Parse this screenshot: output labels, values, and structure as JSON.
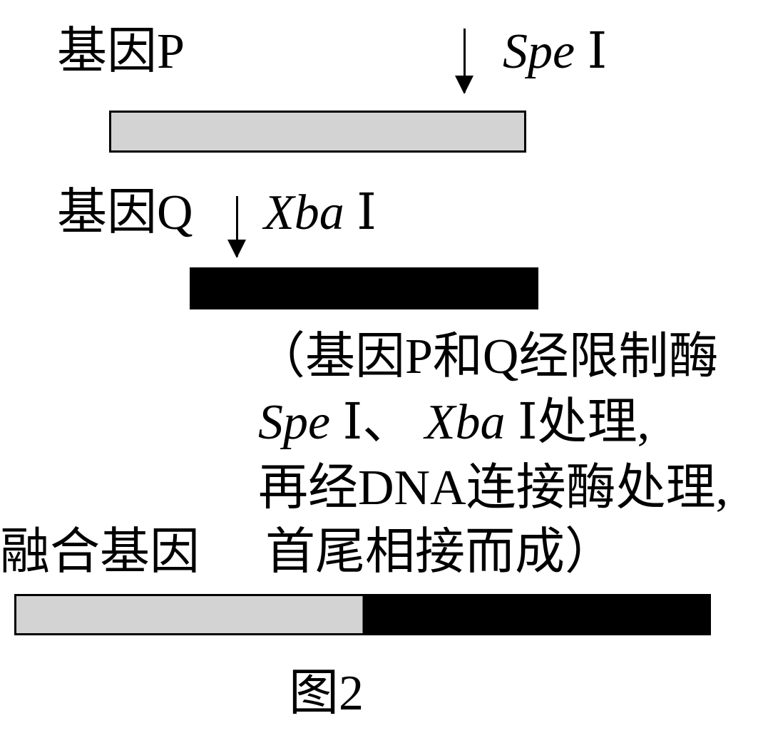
{
  "gene_p": {
    "label": "基因P",
    "enzyme_name": "Spe",
    "enzyme_numeral": "Ⅰ"
  },
  "gene_q": {
    "label": "基因Q",
    "enzyme_name": "Xba",
    "enzyme_numeral": "Ⅰ"
  },
  "note": {
    "line1": "（基因P和Q经限制酶",
    "line2_a": "Spe",
    "line2_b": "Ⅰ、",
    "line2_c": "Xba",
    "line2_d": "Ⅰ处理,",
    "line3": "再经DNA连接酶处理,",
    "line4": "首尾相接而成）"
  },
  "fusion": {
    "label": "融合基因"
  },
  "caption": "图2",
  "colors": {
    "gene_p": "#d3d3d3",
    "gene_q": "#000000"
  }
}
